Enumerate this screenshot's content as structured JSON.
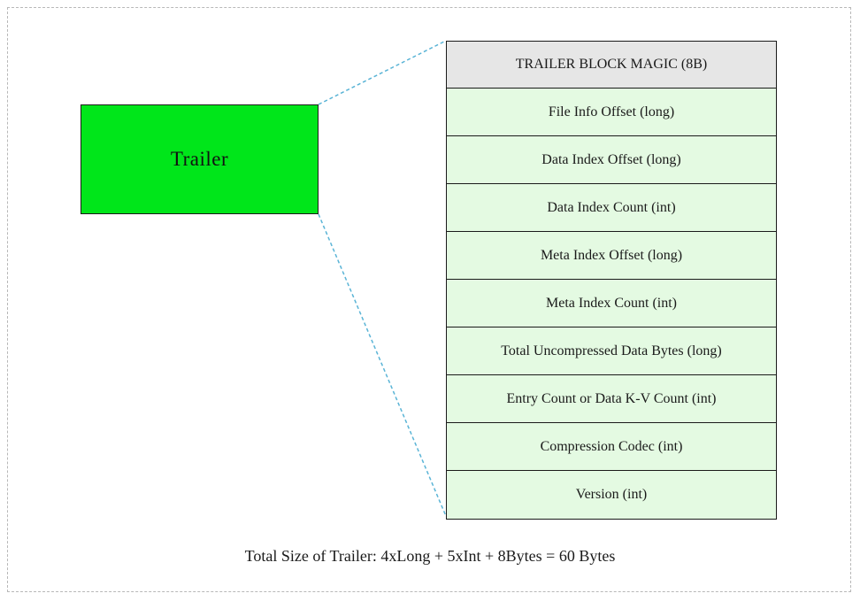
{
  "trailer_box": {
    "label": "Trailer",
    "fill_color": "#00e61a"
  },
  "trailer_block": {
    "header": "TRAILER BLOCK MAGIC (8B)",
    "fields": [
      "File Info Offset (long)",
      "Data Index Offset (long)",
      "Data Index Count (int)",
      "Meta Index Offset (long)",
      "Meta Index Count (int)",
      "Total Uncompressed Data Bytes (long)",
      "Entry Count or Data K-V Count (int)",
      "Compression Codec (int)",
      "Version (int)"
    ],
    "field_color": "#e4fae2",
    "header_color": "#e6e6e6"
  },
  "connector_color": "#5ab4d6",
  "caption": "Total Size of Trailer: 4xLong + 5xInt + 8Bytes = 60 Bytes"
}
